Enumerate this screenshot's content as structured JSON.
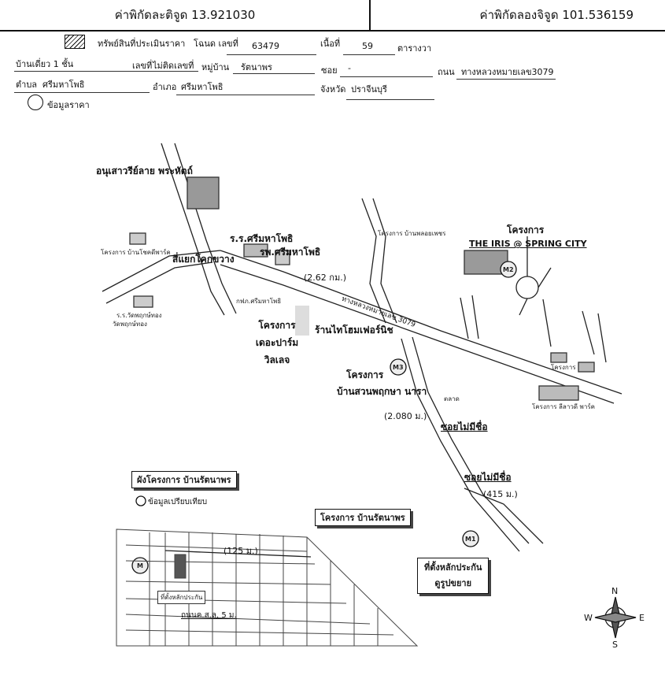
{
  "header": {
    "latitude_label": "ค่าพิกัดละติจูด 13.921030",
    "longitude_label": "ค่าพิกัดลองจิจูด 101.536159"
  },
  "form": {
    "asset_label": "ทรัพย์สินที่ประเมินราคา",
    "deed_label": "โฉนด เลขที่",
    "deed_value": "63479",
    "area_label": "เนื้อที่",
    "area_value": "59",
    "area_unit": "ตารางวา",
    "house_type": "บ้านเดี่ยว 1 ชั้น",
    "house_no_label": "เลขที่",
    "house_no_value": "ไม่ติดเลขที่",
    "village_label": "หมู่บ้าน",
    "village_value": "รัตนาพร",
    "soi_label": "ซอย",
    "soi_value": "-",
    "road_label": "ถนน",
    "road_value": "ทางหลวงหมายเลข3079",
    "tambon_label": "ตำบล",
    "tambon_value": "ศรีมหาโพธิ",
    "amphoe_label": "อำเภอ",
    "amphoe_value": "ศรีมหาโพธิ",
    "province_label": "จังหวัด",
    "province_value": "ปราจีนบุรี",
    "price_info_label": "ข้อมูลราคา"
  },
  "map": {
    "monument": "อนุเสาวรีย์ลาย พระหัตถ์",
    "intersection": "สี่แยกโคกขวาง",
    "school": "ร.ร.ศรีมหาโพธิ",
    "hospital": "รพ.ศรีมหาโพธิ",
    "project_park": "โครงการ เดอะปาร์ม วิลเลจ",
    "shop": "ร้านไทโฮมเฟอร์นิช",
    "project_iris_label": "โครงการ",
    "project_iris_name": "THE IRIS @ SPRING CITY",
    "project_suan_label": "โครงการ",
    "project_suan_name": "บ้านสวนพฤกษา นารา",
    "dist_1": "(2.62 กม.)",
    "dist_2": "(2.080 ม.)",
    "dist_3": "(415 ม.)",
    "dist_4": "(125 ม.)",
    "soi_1": "ซอยไม่มีชื่อ",
    "soi_2": "ซอยไม่มีชื่อ",
    "project_rattana_box": "โครงการ บ้านรัตนาพร",
    "site_box_line1": "ที่ตั้งหลักประกัน",
    "site_box_line2": "ดูรูปขยาย",
    "layout_box": "ผังโครงการ บ้านรัตนาพร",
    "compare_box": "ข้อมูลเปรียบเทียบ",
    "layout_road": "ถนนค.ส.ล. 5 ม.",
    "layout_site": "ที่ตั้งหลักประกัน",
    "road_3079": "ทางหลวงหมายเลข 3079",
    "marker_m1": "M1",
    "marker_m2": "M2",
    "marker_m3": "M3",
    "marker_m": "M",
    "compass_n": "N",
    "compass_s": "S",
    "compass_e": "E",
    "compass_w": "W",
    "small_labels": {
      "temple": "วัดพฤกษ์ทอง",
      "school2": "ร.ร.วัดพฤกษ์ทอง",
      "police": "กฟภ.ศรีมหาโพธิ",
      "project_small1": "โครงการ บ้านโชคดีพาร์ค",
      "project_small2": "โครงการ บ้านพลอยเพชร",
      "market": "ตลาด",
      "right_project": "โครงการ",
      "bottom_project": "โครงการ ลีลาวดี พาร์ค"
    }
  }
}
